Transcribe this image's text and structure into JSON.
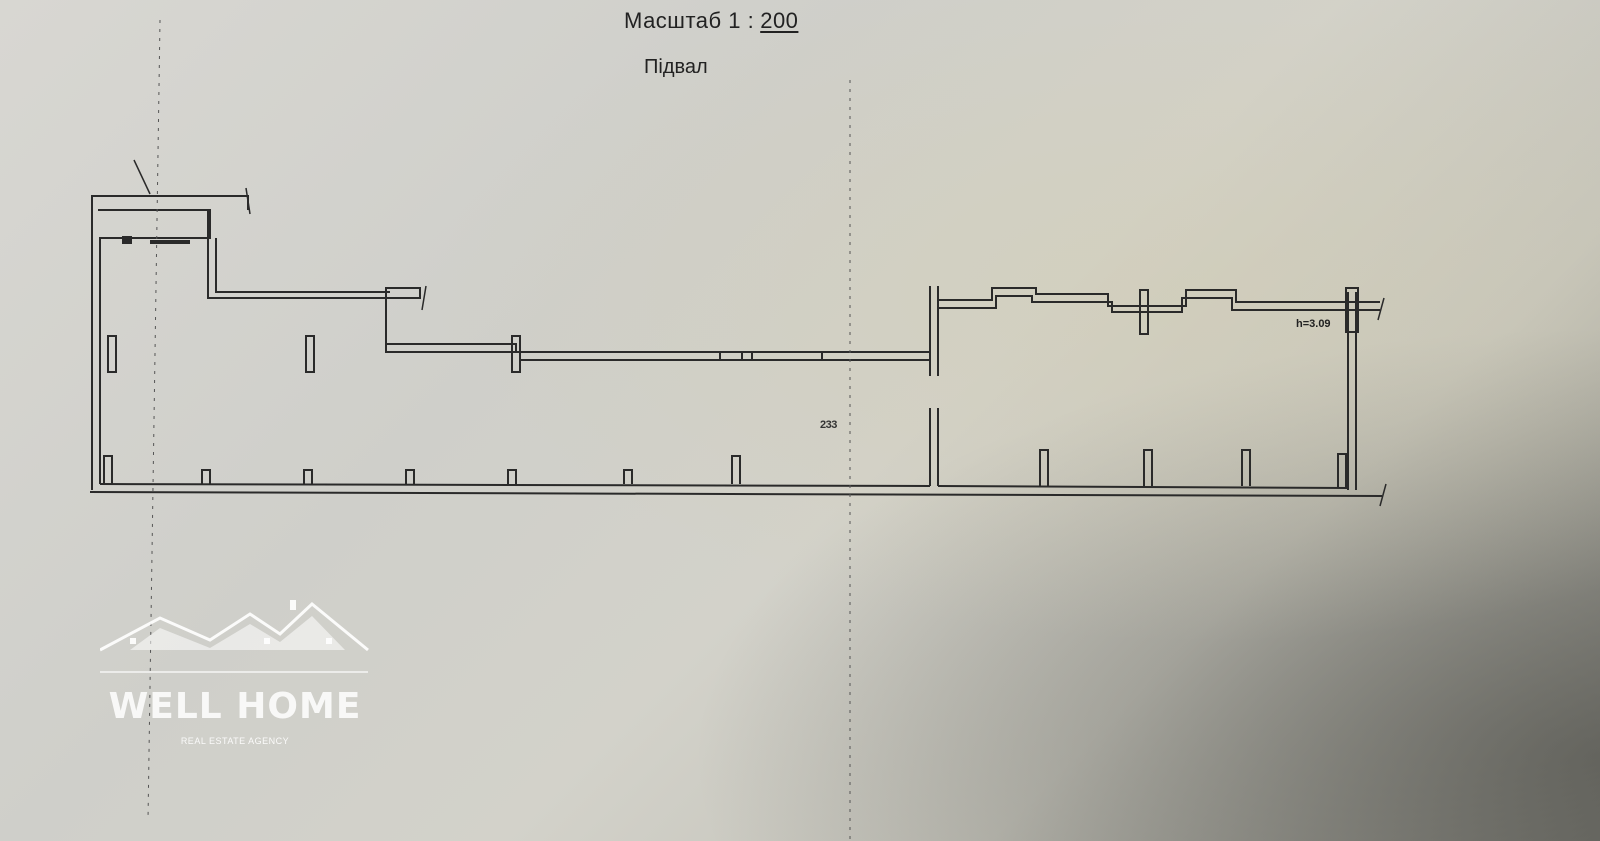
{
  "header": {
    "scale_label": "Масштаб 1 :",
    "scale_value": "200",
    "floor_name": "Підвал"
  },
  "plan": {
    "height_label": "h=3.09",
    "room_label": "233"
  },
  "watermark": {
    "brand": "WELL HOME",
    "tagline": "REAL ESTATE AGENCY",
    "color": "#ffffff"
  },
  "colors": {
    "line": "#2a2a2a",
    "paper": "#d4d3cc"
  }
}
